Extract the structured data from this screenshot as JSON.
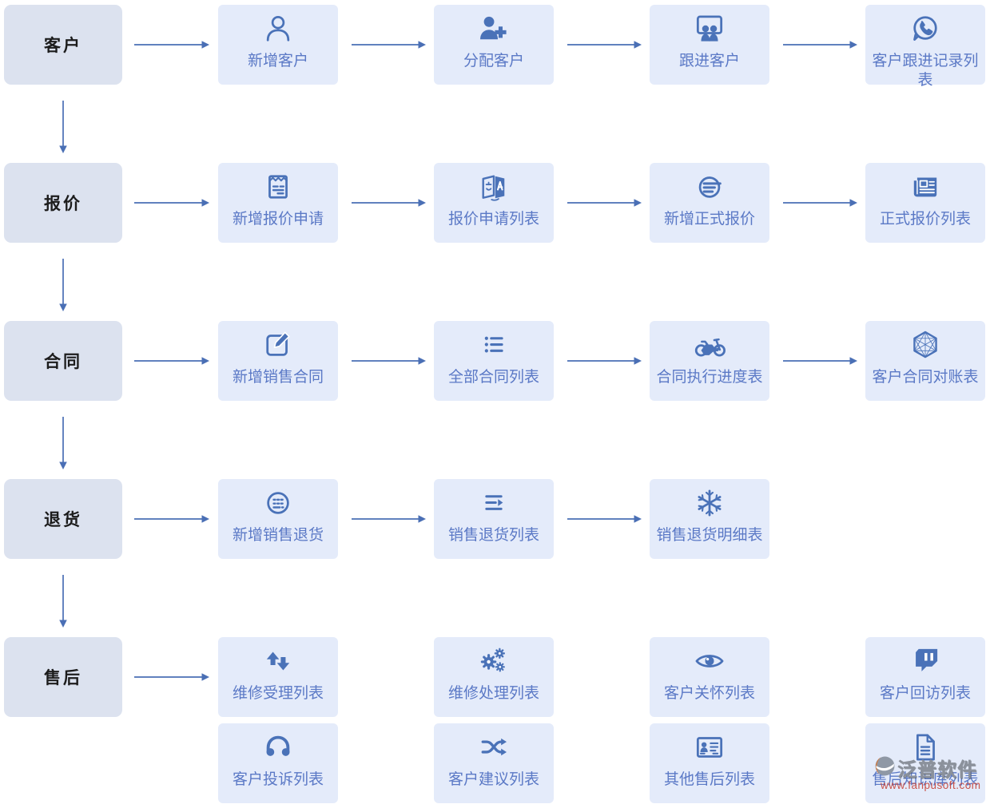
{
  "colors": {
    "page_bg": "#ffffff",
    "stage_bg": "#dce2ef",
    "stage_text": "#1c1c1c",
    "card_bg": "#e4ebfa",
    "label": "#5b79c6",
    "icon": "#4a72b8",
    "arrow": "#4a6fb5",
    "watermark_gray": "#8b919b",
    "watermark_red": "#c8473c",
    "watermark_orange": "#e0762e"
  },
  "rows": [
    {
      "stage": "客户",
      "arrow_count": 4,
      "cards": [
        {
          "label": "新增客户",
          "icon": "user-icon"
        },
        {
          "label": "分配客户",
          "icon": "user-plus-icon"
        },
        {
          "label": "跟进客户",
          "icon": "presentation-people-icon"
        },
        {
          "label": "客户跟进记录列表",
          "icon": "whatsapp-icon"
        }
      ]
    },
    {
      "stage": "报价",
      "arrow_count": 4,
      "cards": [
        {
          "label": "新增报价申请",
          "icon": "form-list-icon"
        },
        {
          "label": "报价申请列表",
          "icon": "translate-icon"
        },
        {
          "label": "新增正式报价",
          "icon": "stream-circle-icon"
        },
        {
          "label": "正式报价列表",
          "icon": "newspaper-icon"
        }
      ]
    },
    {
      "stage": "合同",
      "arrow_count": 4,
      "cards": [
        {
          "label": "新增销售合同",
          "icon": "edit-square-icon"
        },
        {
          "label": "全部合同列表",
          "icon": "list-ul-icon"
        },
        {
          "label": "合同执行进度表",
          "icon": "motorcycle-icon"
        },
        {
          "label": "客户合同对账表",
          "icon": "hexagon-wireframe-icon"
        }
      ]
    },
    {
      "stage": "退货",
      "arrow_count": 3,
      "cards": [
        {
          "label": "新增销售退货",
          "icon": "circle-dashes-icon"
        },
        {
          "label": "销售退货列表",
          "icon": "lines-arrow-icon"
        },
        {
          "label": "销售退货明细表",
          "icon": "snowflake-icon"
        }
      ]
    },
    {
      "stage": "售后",
      "arrow_count": 1,
      "cards": [
        {
          "label": "维修受理列表",
          "icon": "retweet-icon"
        },
        {
          "label": "维修处理列表",
          "icon": "gears-icon"
        },
        {
          "label": "客户关怀列表",
          "icon": "eye-icon"
        },
        {
          "label": "客户回访列表",
          "icon": "twitch-icon"
        }
      ],
      "cards2": [
        {
          "label": "客户投诉列表",
          "icon": "headphones-icon"
        },
        {
          "label": "客户建议列表",
          "icon": "shuffle-icon"
        },
        {
          "label": "其他售后列表",
          "icon": "id-card-icon"
        },
        {
          "label": "售后知识库列表",
          "icon": "file-text-icon"
        }
      ]
    }
  ],
  "watermark": {
    "brand": "泛普软件",
    "url": "www.fanpusoft.com"
  }
}
